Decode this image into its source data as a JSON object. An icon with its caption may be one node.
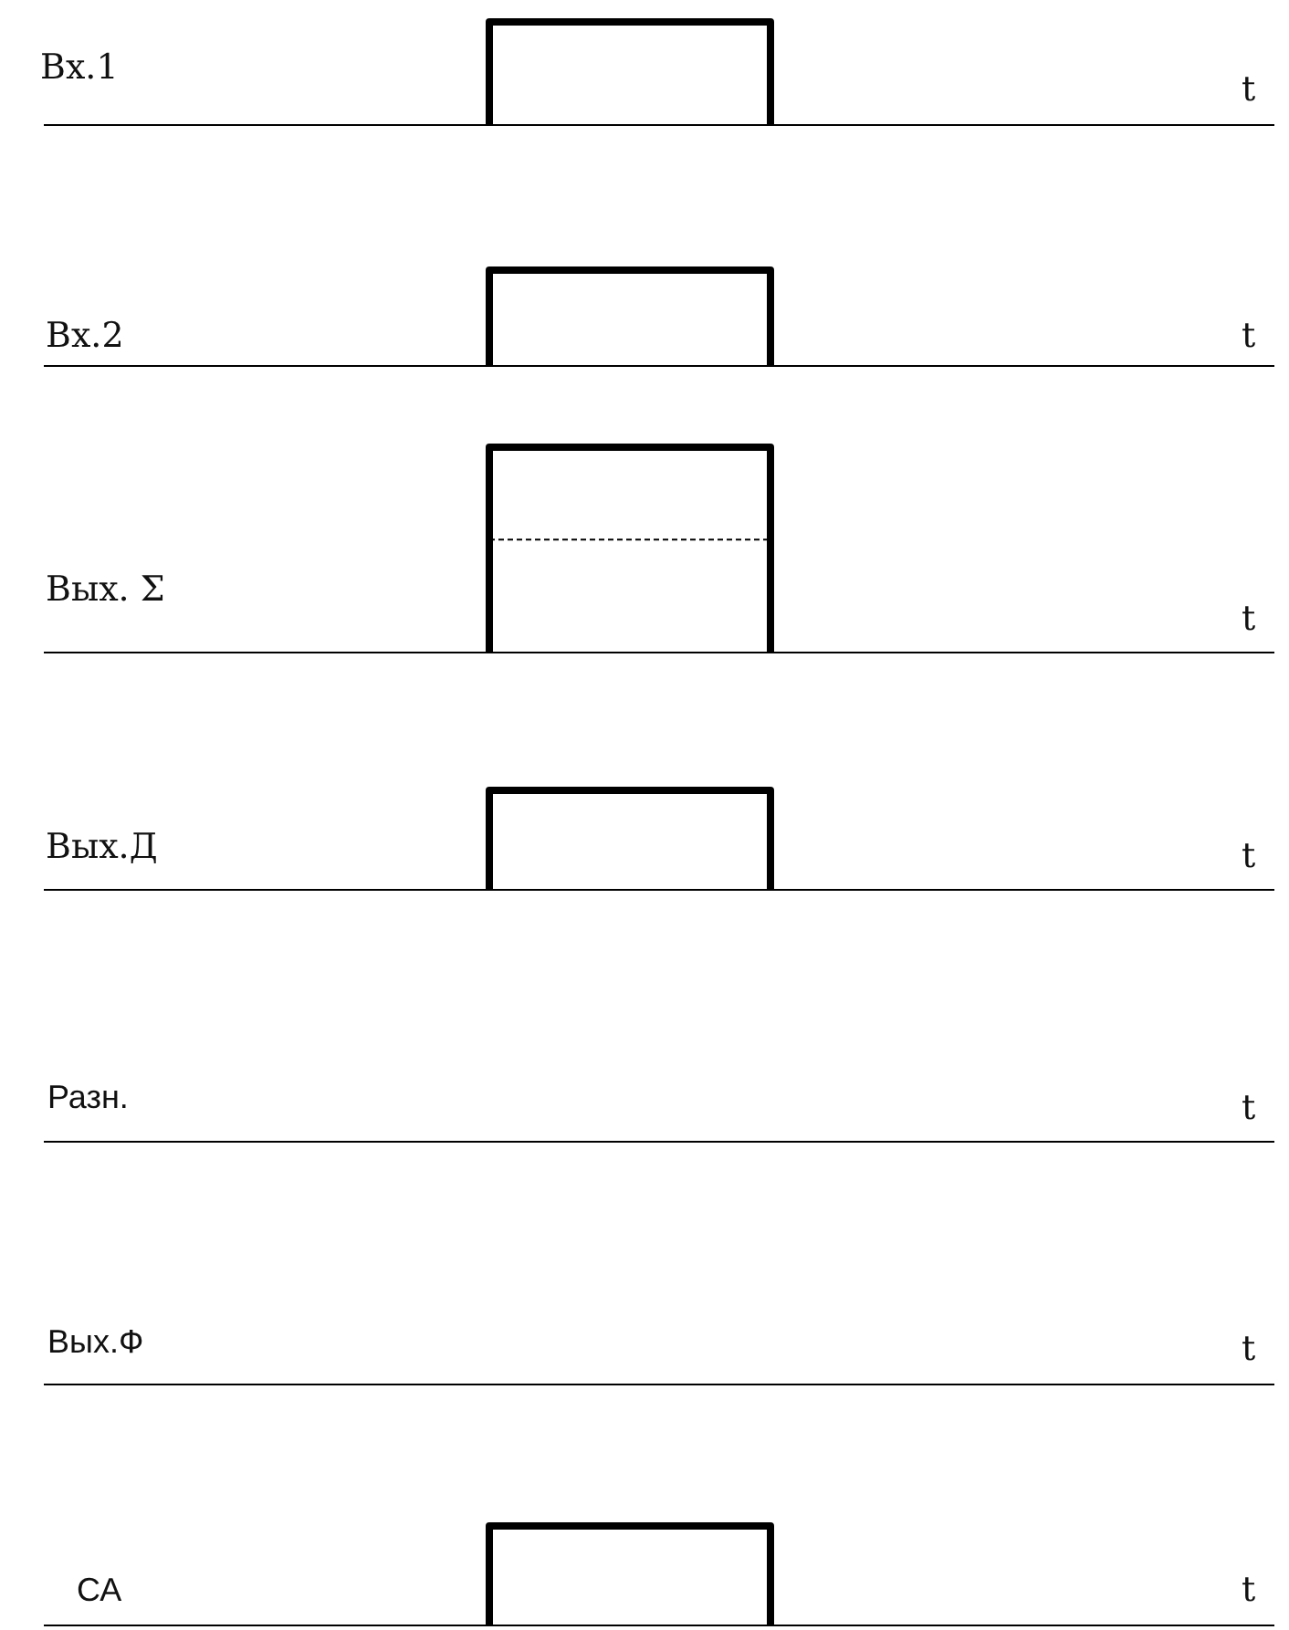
{
  "diagram": {
    "labels": [
      "Вх.1",
      "t",
      "Вх.2",
      "t",
      "Вых. Σ",
      "t",
      "Вых.Д",
      "t",
      "Разн.",
      "t",
      "Вых.Ф",
      "t",
      "СА",
      "t"
    ]
  }
}
